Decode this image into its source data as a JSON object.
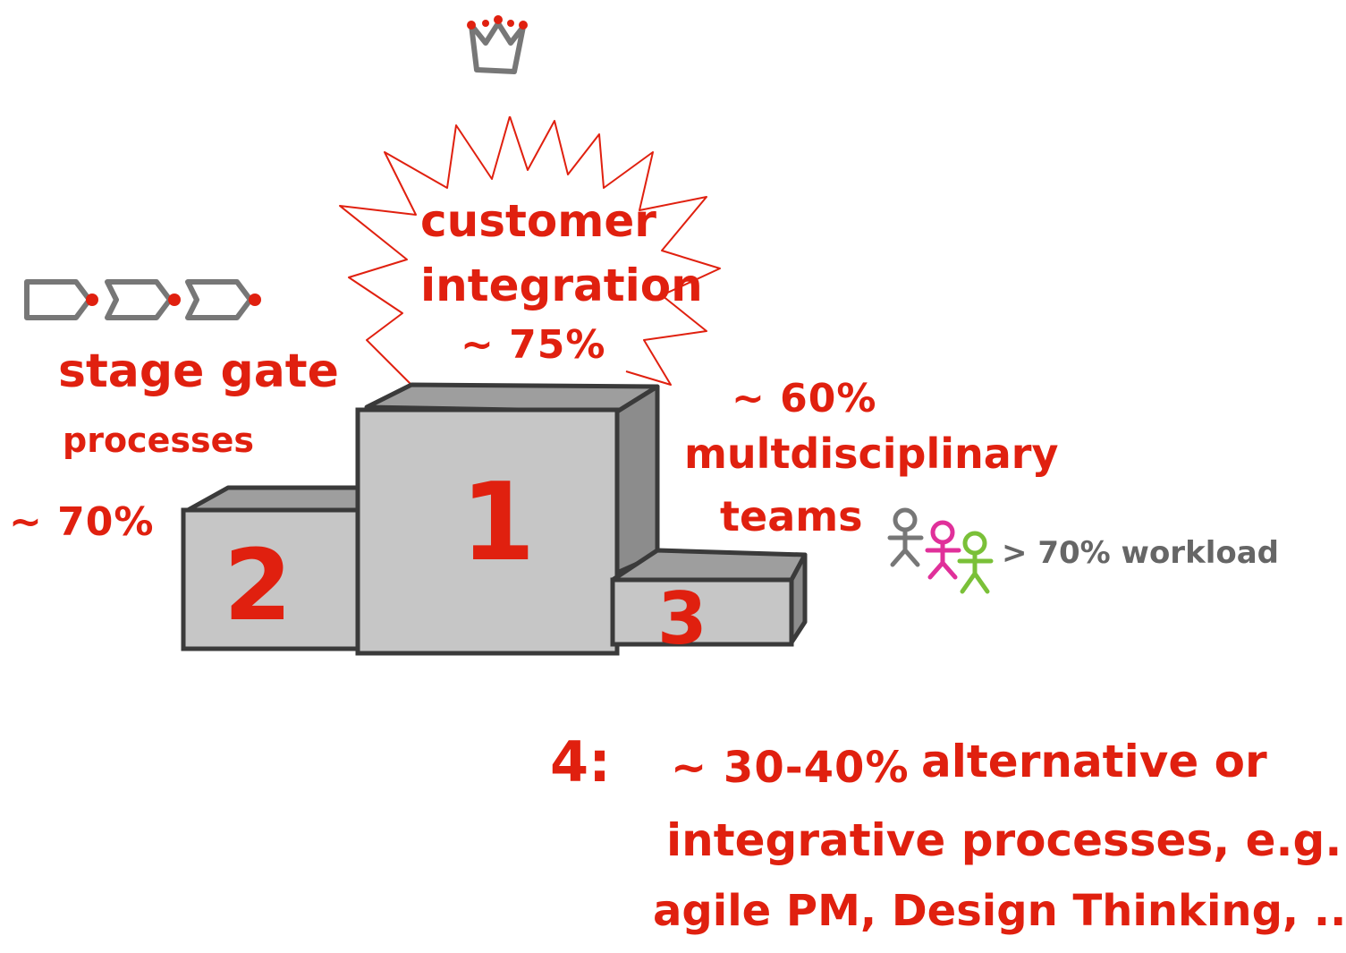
{
  "podium": {
    "first": {
      "number": "1",
      "title_line1": "customer",
      "title_line2": "integration",
      "percent": "~ 75%"
    },
    "second": {
      "number": "2",
      "title_line1": "stage gate",
      "title_line2": "processes",
      "percent": "~ 70%"
    },
    "third": {
      "number": "3",
      "percent": "~ 60%",
      "title_line1": "multdisciplinary",
      "title_line2": "teams",
      "note": "> 70% workload"
    }
  },
  "fourth": {
    "label": "4:",
    "percent": "~ 30-40%",
    "line1": "alternative or",
    "line2": "integrative processes, e.g.",
    "line3": "agile PM, Design Thinking, ..."
  },
  "icons": {
    "crown": "crown-icon",
    "stage_gates": "stage-gate-icon",
    "team": "team-people-icon",
    "burst": "starburst-icon"
  },
  "colors": {
    "accent": "#e0200f",
    "podium_fill": "#c6c6c6",
    "podium_outline": "#3a3a3a",
    "icon_gray": "#777777",
    "person_pink": "#e0309a",
    "person_green": "#7ac038"
  }
}
